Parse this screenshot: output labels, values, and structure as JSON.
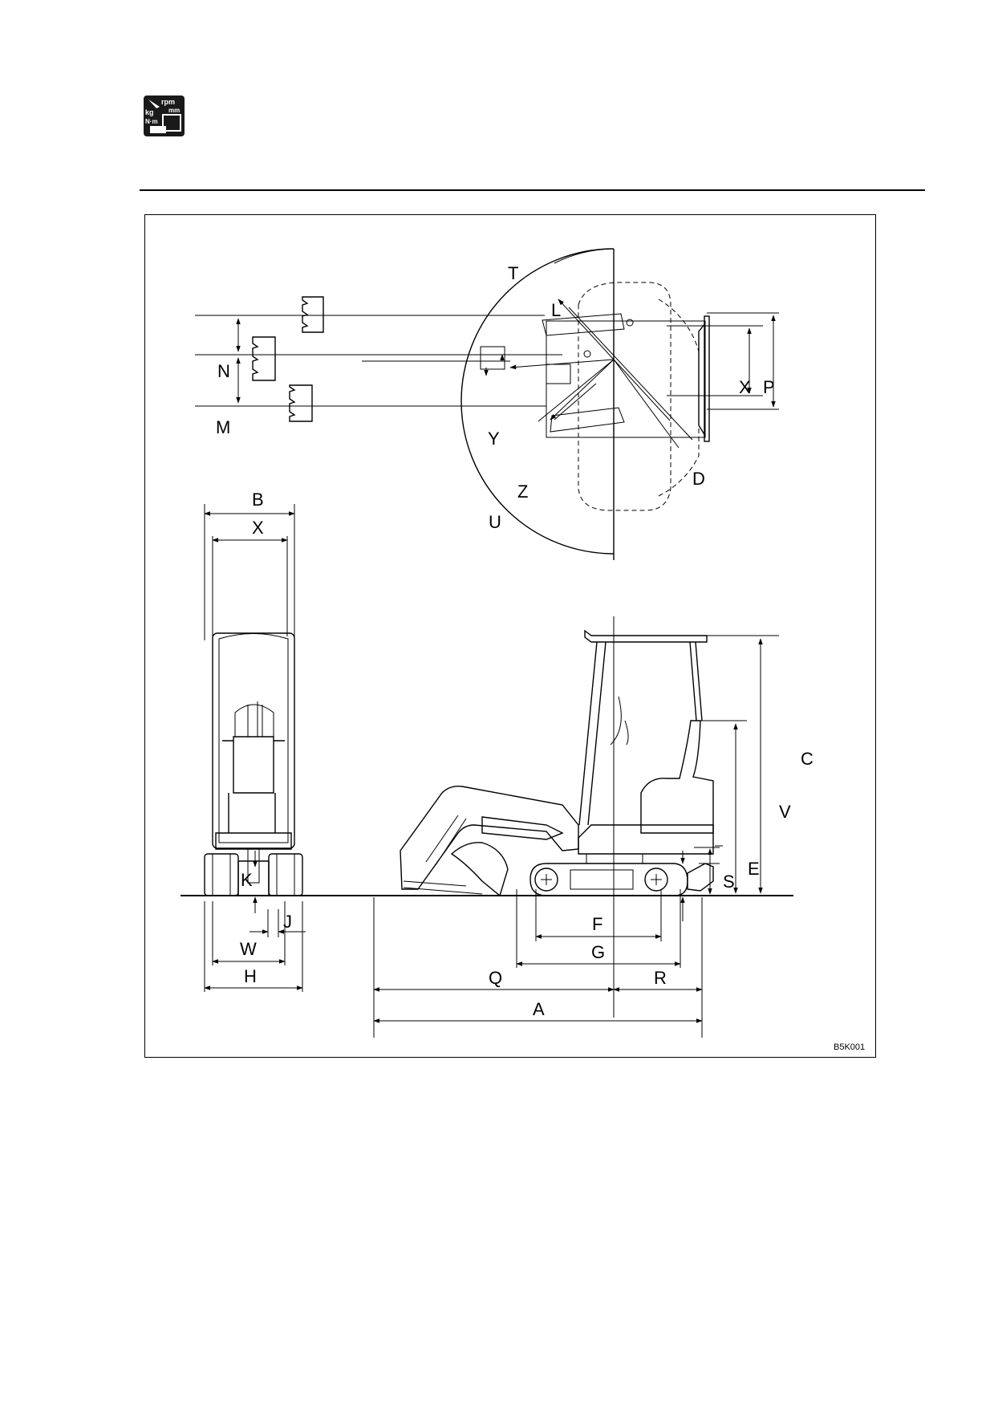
{
  "header": {
    "icon": "spec-icon",
    "icon_text": [
      "rpm",
      "mm",
      "kg",
      "N·m"
    ]
  },
  "figure": {
    "ref_code": "B5K001",
    "labels": {
      "A": "A",
      "B": "B",
      "C": "C",
      "D": "D",
      "E": "E",
      "F": "F",
      "G": "G",
      "H": "H",
      "J": "J",
      "K": "K",
      "L": "L",
      "M": "M",
      "N": "N",
      "P": "P",
      "Q": "Q",
      "R": "R",
      "S": "S",
      "T": "T",
      "U": "U",
      "V": "V",
      "W": "W",
      "X": "X",
      "X2": "X",
      "Y": "Y",
      "Z": "Z"
    }
  }
}
